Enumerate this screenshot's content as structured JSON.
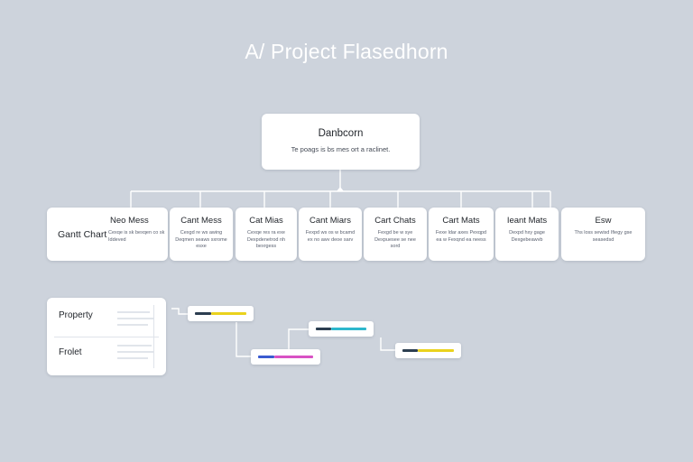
{
  "title": "A/ Project Flasedhorn",
  "root": {
    "heading": "Danbcorn",
    "subtitle": "Te poags is bs mes ort a raclinet."
  },
  "nodes": [
    {
      "lead": "Gantt Chart",
      "heading": "Neo Mess",
      "text": "Cexqe is sk bexqen co sk Iddeved"
    },
    {
      "heading": "Cant Mess",
      "text": "Cexgd re ws awing Deqmen seaws sxrome esxe"
    },
    {
      "heading": "Cat Mias",
      "text": "Cexqe res ra exe Dexpdenetrod nh bexrgess"
    },
    {
      "heading": "Cant Miars",
      "text": "Fexpd ws os w bcamd ex no awv deoe sarv"
    },
    {
      "heading": "Cart Chats",
      "text": "Fexgd be w sye Dexpuesee se nee sord"
    },
    {
      "heading": "Cart Mats",
      "text": "Fexe ldar axes Pexqpd ea w Fexqnd ea neess"
    },
    {
      "heading": "Ieant Mats",
      "text": "Dexpd hxy gage Dexgebeawvb"
    },
    {
      "heading": "Esw",
      "text": "Ths loss sewisd Ifiegy gse seasedsd"
    }
  ],
  "panel": {
    "rows": [
      "Property",
      "Frolet"
    ]
  },
  "gantt_bars": [
    {
      "segments": [
        {
          "color": "#2c3e50",
          "share": 0.32
        },
        {
          "color": "#ead21d",
          "share": 0.68
        }
      ]
    },
    {
      "segments": [
        {
          "color": "#2c3e50",
          "share": 0.3
        },
        {
          "color": "#2db7cc",
          "share": 0.7
        }
      ]
    },
    {
      "segments": [
        {
          "color": "#3a5bd0",
          "share": 0.3
        },
        {
          "color": "#d852c4",
          "share": 0.7
        }
      ]
    },
    {
      "segments": [
        {
          "color": "#2c3e50",
          "share": 0.3
        },
        {
          "color": "#ead21d",
          "share": 0.7
        }
      ]
    }
  ]
}
